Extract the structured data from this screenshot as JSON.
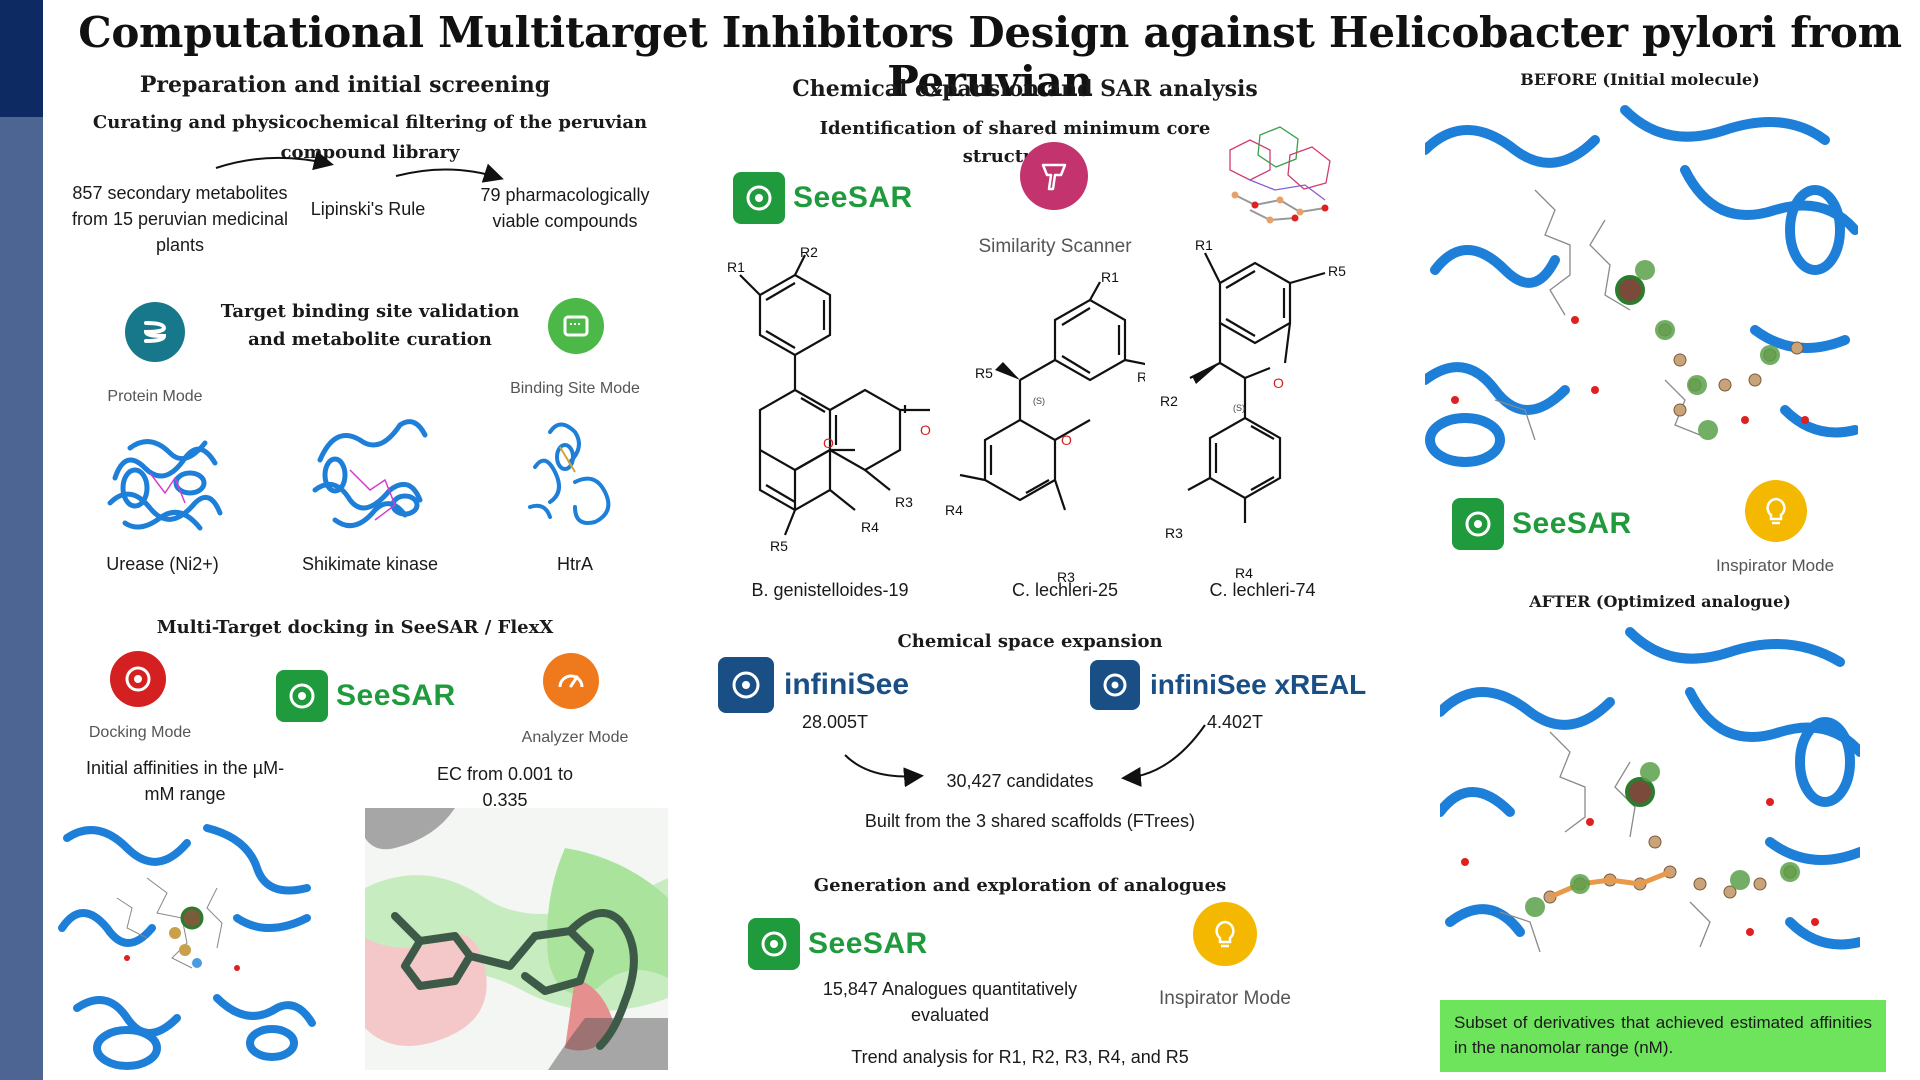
{
  "title": "Computational Multitarget Inhibitors Design against Helicobacter pylori from Peruvian",
  "prep": {
    "heading": "Preparation and initial screening",
    "curating_heading": "Curating and physicochemical filtering of the peruvian compound library",
    "flow_start": "857 secondary metabolites from 15 peruvian medicinal plants",
    "flow_mid": "Lipinski's Rule",
    "flow_end": "79 pharmacologically viable compounds",
    "target_heading": "Target binding site validation and metabolite curation",
    "protein_mode": "Protein Mode",
    "binding_site_mode": "Binding Site Mode",
    "targets": [
      "Urease (Ni2+)",
      "Shikimate kinase",
      "HtrA"
    ],
    "docking_heading": "Multi-Target docking in SeeSAR / FlexX",
    "docking_mode": "Docking Mode",
    "analyzer_mode": "Analyzer Mode",
    "initial_affinities": "Initial affinities in the µM-mM range",
    "ec_range": "EC from 0.001 to 0.335"
  },
  "sar": {
    "heading": "Chemical expansion and SAR analysis",
    "core_heading": "Identification of shared minimum core structures",
    "similarity_scanner": "Similarity Scanner",
    "structures": [
      "B. genistelloides-19",
      "C. lechleri-25",
      "C. lechleri-74"
    ],
    "expansion_heading": "Chemical space expansion",
    "infinisee_value": "28.005T",
    "infinisee_xreal_value": "4.402T",
    "candidates": "30,427 candidates",
    "scaffolds_note": "Built from the 3 shared scaffolds (FTrees)",
    "analogues_heading": "Generation and exploration of analogues",
    "analogues_count": "15,847 Analogues quantitatively evaluated",
    "inspirator_mode": "Inspirator Mode",
    "trend_analysis": "Trend analysis for R1, R2, R3, R4, and R5"
  },
  "brands": {
    "seesar": "SeeSAR",
    "infinisee": "infiniSee",
    "infinisee_xreal": "infiniSee xREAL"
  },
  "result": {
    "before_heading": "BEFORE (Initial molecule)",
    "after_heading": "AFTER (Optimized analogue)",
    "inspirator_mode": "Inspirator Mode",
    "summary": "Subset of derivatives that achieved estimated affinities in the nanomolar range (nM)."
  },
  "atoms": {
    "O": "O",
    "R1": "R1",
    "R2": "R2",
    "R3": "R3",
    "R4": "R4",
    "R5": "R5",
    "S": "(S)"
  },
  "colors": {
    "sidebar": "#4d6593",
    "sidebar_top": "#0d2a63",
    "seesar_green": "#1f9a3c",
    "infinisee_blue": "#1a4f86",
    "result_green": "#6ee45c",
    "protein_blue": "#1e7fd8"
  }
}
